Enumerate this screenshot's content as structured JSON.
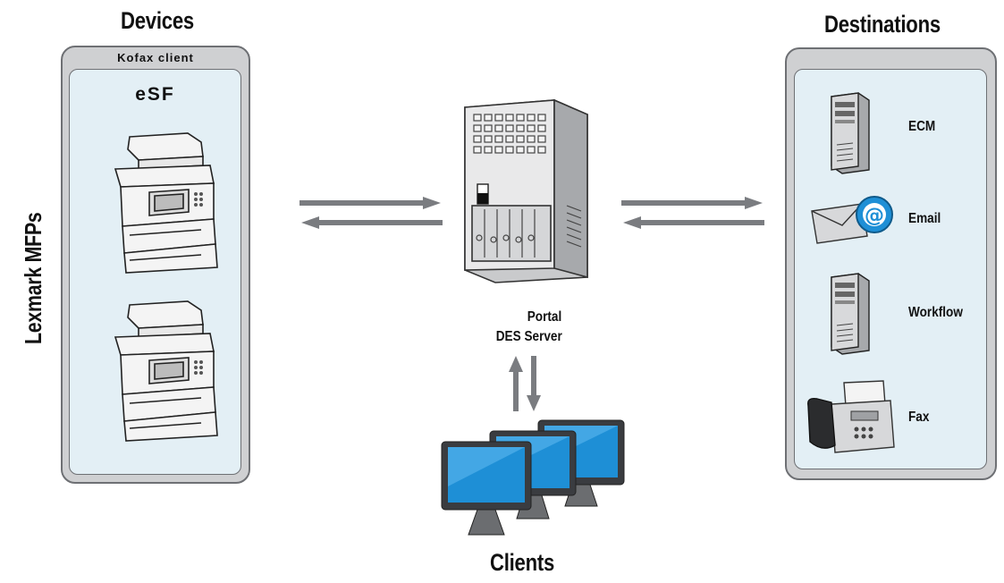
{
  "headings": {
    "devices": "Devices",
    "destinations": "Destinations",
    "clients": "Clients"
  },
  "devices_panel": {
    "side_label": "Lexmark MFPs",
    "header": "Kofax client",
    "platform": "eSF",
    "items": [
      "printer-mfp",
      "printer-mfp"
    ]
  },
  "server": {
    "label_line1": "Portal",
    "label_line2": "DES Server"
  },
  "destinations_panel": {
    "items": [
      {
        "icon": "server-tower-icon",
        "label": "ECM"
      },
      {
        "icon": "email-icon",
        "label": "Email"
      },
      {
        "icon": "server-tower-icon",
        "label": "Workflow"
      },
      {
        "icon": "fax-icon",
        "label": "Fax"
      }
    ]
  },
  "colors": {
    "panel_outer": "#cfd0d2",
    "panel_inner": "#e3eff5",
    "arrow": "#7a7c80",
    "screen_blue": "#1e8fd6"
  }
}
